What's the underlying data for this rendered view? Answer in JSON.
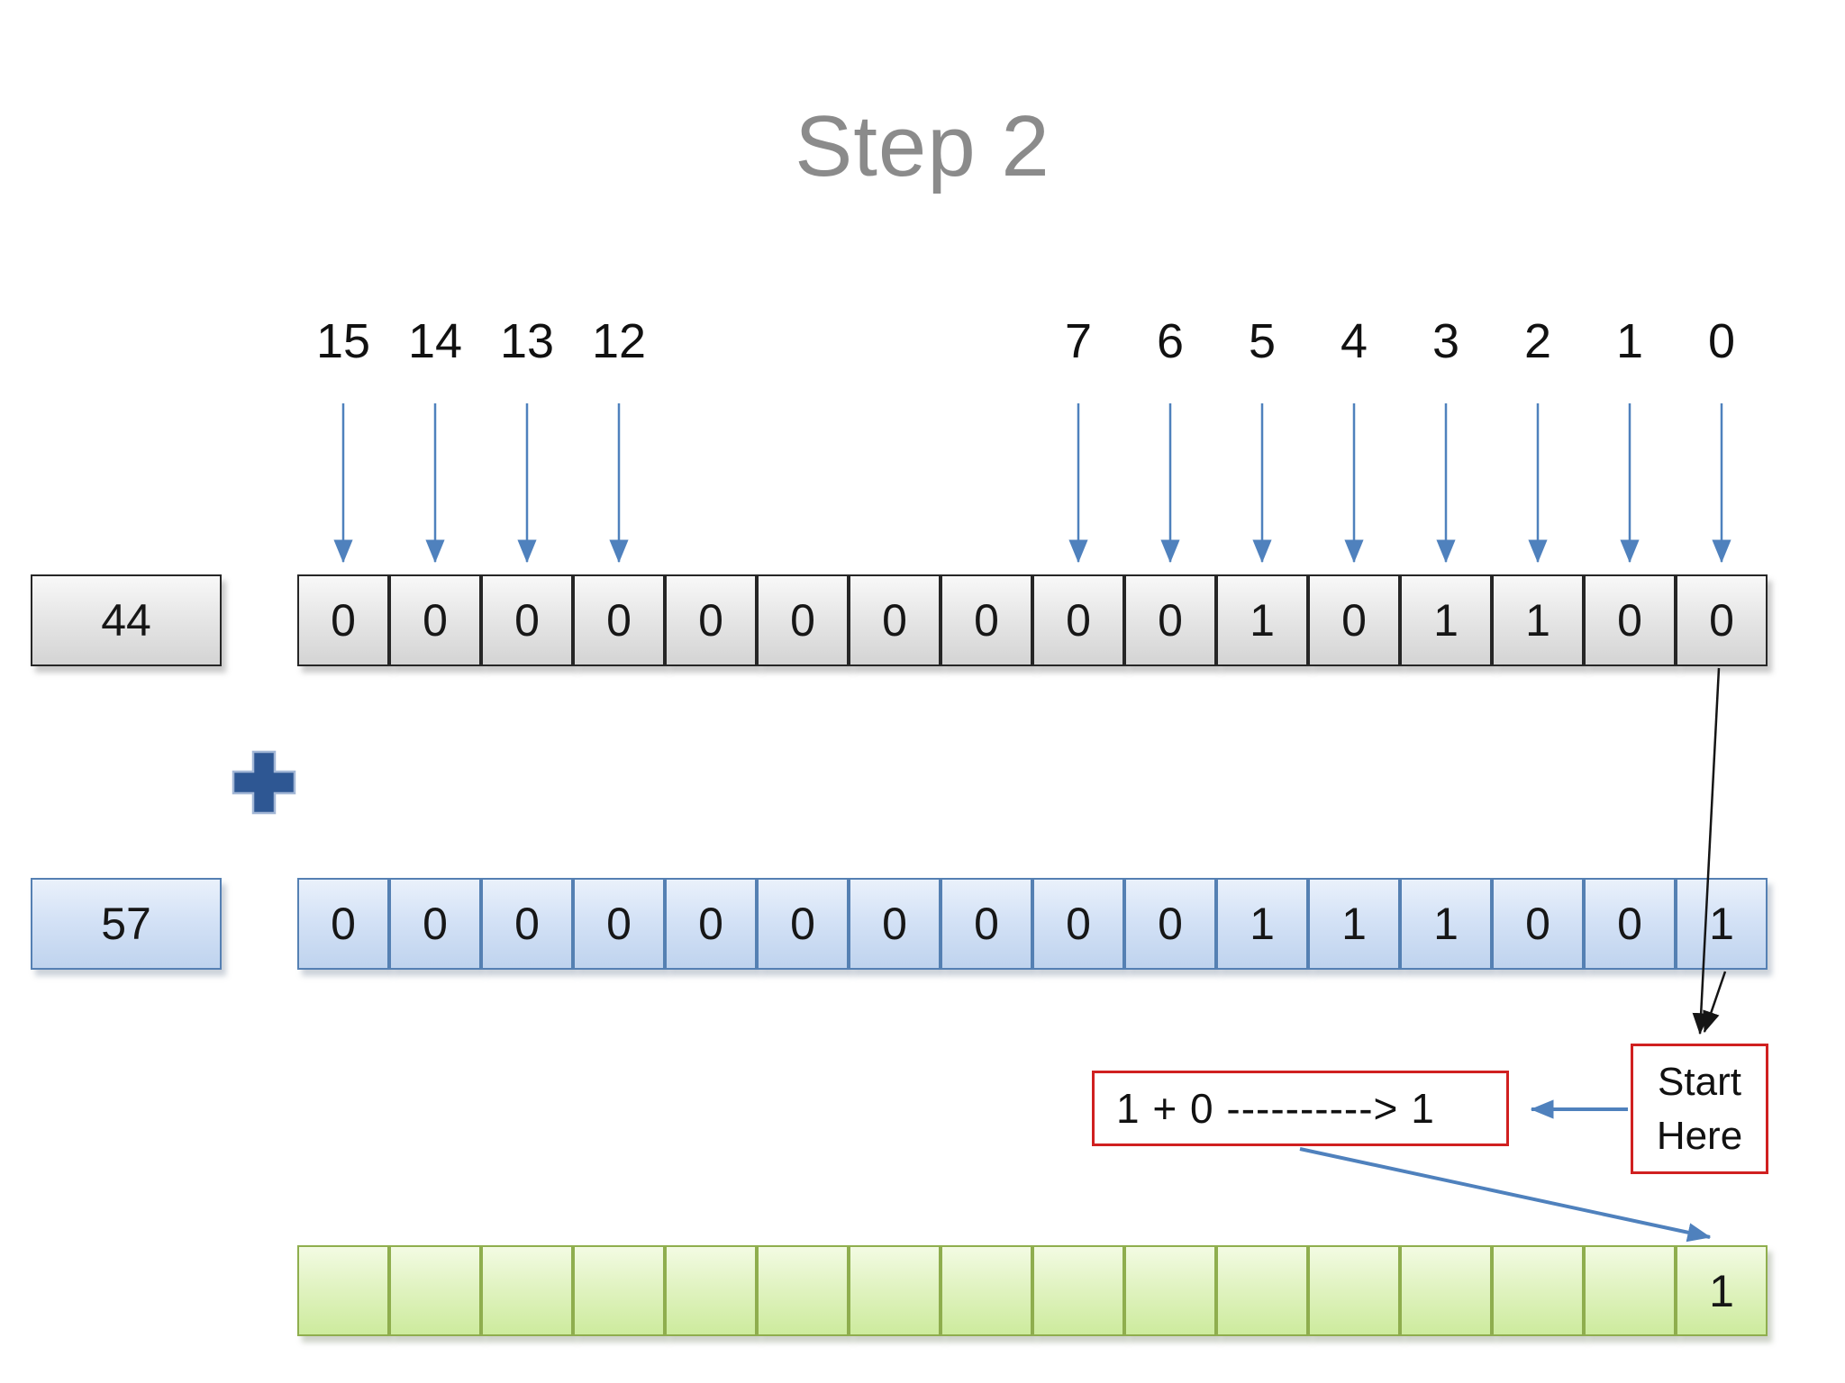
{
  "title": "Step 2",
  "operand_a": {
    "value": "44",
    "bits": [
      "0",
      "0",
      "0",
      "0",
      "0",
      "0",
      "0",
      "0",
      "0",
      "0",
      "1",
      "0",
      "1",
      "1",
      "0",
      "0"
    ]
  },
  "operator": "+",
  "operand_b": {
    "value": "57",
    "bits": [
      "0",
      "0",
      "0",
      "0",
      "0",
      "0",
      "0",
      "0",
      "0",
      "0",
      "1",
      "1",
      "1",
      "0",
      "0",
      "1"
    ]
  },
  "result": {
    "bits": [
      "",
      "",
      "",
      "",
      "",
      "",
      "",
      "",
      "",
      "",
      "",
      "",
      "",
      "",
      "",
      "1"
    ]
  },
  "bit_labels": [
    {
      "text": "15",
      "cell": 0
    },
    {
      "text": "14",
      "cell": 1
    },
    {
      "text": "13",
      "cell": 2
    },
    {
      "text": "12",
      "cell": 3
    },
    {
      "text": "7",
      "cell": 8
    },
    {
      "text": "6",
      "cell": 9
    },
    {
      "text": "5",
      "cell": 10
    },
    {
      "text": "4",
      "cell": 11
    },
    {
      "text": "3",
      "cell": 12
    },
    {
      "text": "2",
      "cell": 13
    },
    {
      "text": "1",
      "cell": 14
    },
    {
      "text": "0",
      "cell": 15
    }
  ],
  "callouts": {
    "operation": "1 + 0 ----------> 1",
    "start_here": "Start Here"
  },
  "colors": {
    "accent_blue": "#4f81bd",
    "callout_red": "#d02020",
    "title_gray": "#8b8b8b",
    "plus_blue": "#2e5793"
  }
}
